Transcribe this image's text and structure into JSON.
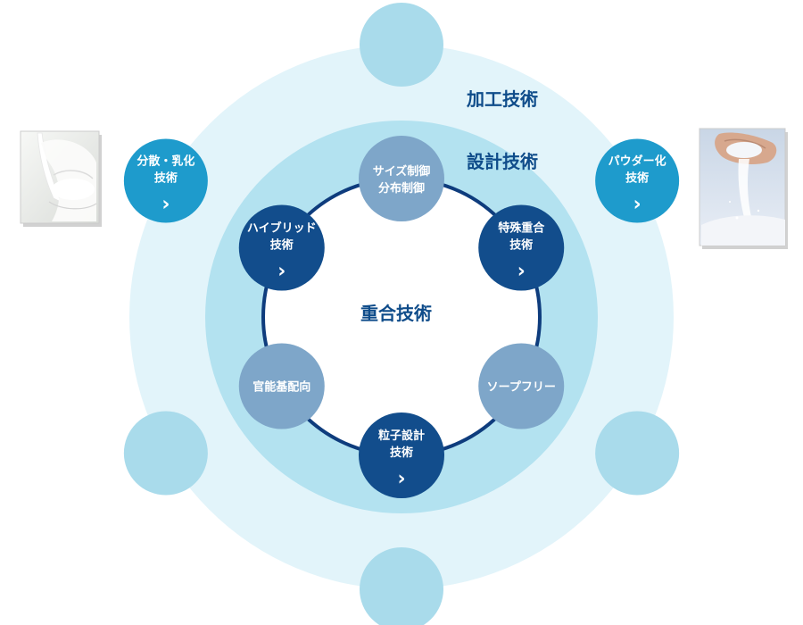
{
  "rings": {
    "outer_label": "加工技術",
    "middle_label": "設計技術",
    "center_label": "重合技術"
  },
  "colors": {
    "outer_ring": "#e2f4fa",
    "middle_ring": "#b3e2f0",
    "inner_disc": "#ffffff",
    "inner_line": "#0e3c7d",
    "ring_text": "#0f4c8a",
    "node_dark": "#124d8c",
    "node_medium": "#7ea6c9",
    "node_teal": "#1e9bcc",
    "node_light": "#a9dbeb"
  },
  "polymerization_nodes": [
    {
      "line1": "サイズ制御",
      "line2": "分布制御",
      "style": "medium",
      "link": false
    },
    {
      "line1": "特殊重合",
      "line2": "技術",
      "style": "dark",
      "link": true,
      "arrow": "›"
    },
    {
      "line1": "ソープフリー",
      "line2": "",
      "style": "medium",
      "link": false
    },
    {
      "line1": "粒子設計",
      "line2": "技術",
      "style": "dark",
      "link": true,
      "arrow": "›"
    },
    {
      "line1": "官能基配向",
      "line2": "",
      "style": "medium",
      "link": false
    },
    {
      "line1": "ハイブリッド",
      "line2": "技術",
      "style": "dark",
      "link": true,
      "arrow": "›"
    }
  ],
  "processing_nodes": [
    {
      "line1": "",
      "line2": "",
      "style": "light",
      "link": false
    },
    {
      "line1": "パウダー化",
      "line2": "技術",
      "style": "teal",
      "link": true,
      "arrow": "›"
    },
    {
      "line1": "",
      "line2": "",
      "style": "light",
      "link": false
    },
    {
      "line1": "",
      "line2": "",
      "style": "light",
      "link": false
    },
    {
      "line1": "",
      "line2": "",
      "style": "light",
      "link": false
    },
    {
      "line1": "分散・乳化",
      "line2": "技術",
      "style": "teal",
      "link": true,
      "arrow": "›"
    }
  ],
  "photos": {
    "left": "milk-pour-photo",
    "right": "powder-hand-photo"
  }
}
